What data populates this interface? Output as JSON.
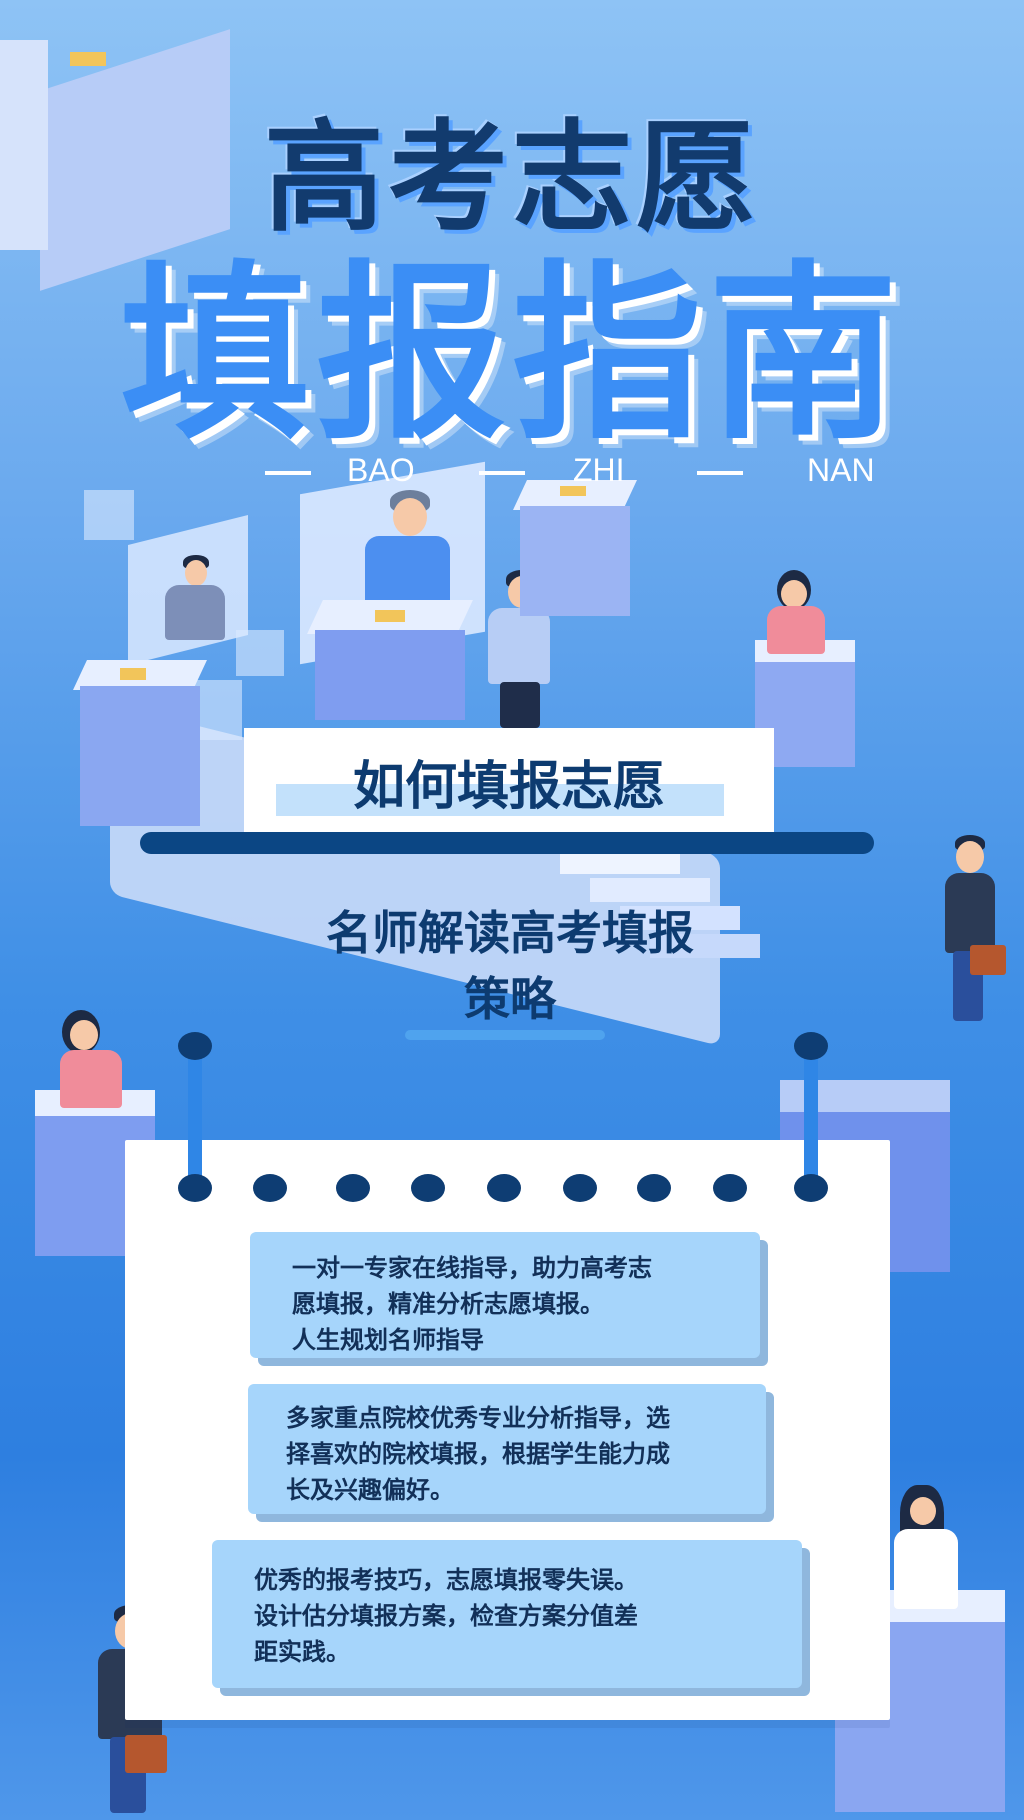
{
  "colors": {
    "background_top": "#8ec3f5",
    "background_bottom": "#2e7fe0",
    "title_dark": "#123b6e",
    "title_blue": "#3b8ef5",
    "card_blue": "#a6d5fb",
    "navy": "#0e3d73"
  },
  "header": {
    "title_top": "高考志愿",
    "title_main": "填报指南",
    "pinyin": [
      "BAO",
      "ZHI",
      "NAN"
    ]
  },
  "section": {
    "heading": "如何填报志愿",
    "subtitle_line1": "名师解读高考填报",
    "subtitle_line2": "策略"
  },
  "notebook": {
    "cards": [
      {
        "lines": [
          "一对一专家在线指导，助力高考志",
          "愿填报，精准分析志愿填报。",
          "人生规划名师指导"
        ]
      },
      {
        "lines": [
          "多家重点院校优秀专业分析指导，选",
          "择喜欢的院校填报，根据学生能力成",
          "长及兴趣偏好。"
        ]
      },
      {
        "lines": [
          "优秀的报考技巧，志愿填报零失误。",
          "设计估分填报方案，检查方案分值差",
          "距实践。"
        ]
      }
    ]
  },
  "icons": [
    "book-stack-icon",
    "person-icon",
    "briefcase-icon",
    "handshake-icon"
  ]
}
